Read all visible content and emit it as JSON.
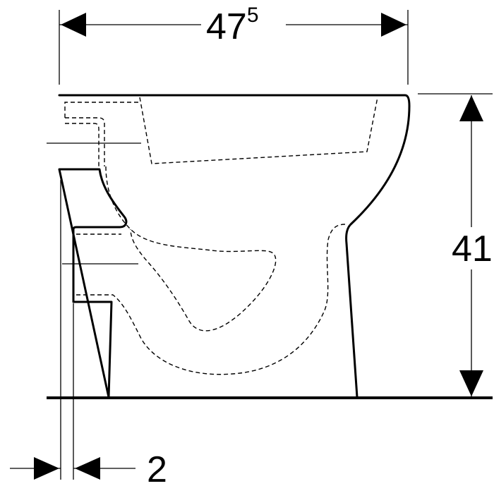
{
  "drawing": {
    "subject": "toilet-side-elevation",
    "dimensions": {
      "width": {
        "main": "47",
        "superscript": "5"
      },
      "height": {
        "main": "41"
      },
      "offset": {
        "main": "2"
      }
    },
    "colors": {
      "line": "#000000",
      "background": "#ffffff"
    }
  }
}
